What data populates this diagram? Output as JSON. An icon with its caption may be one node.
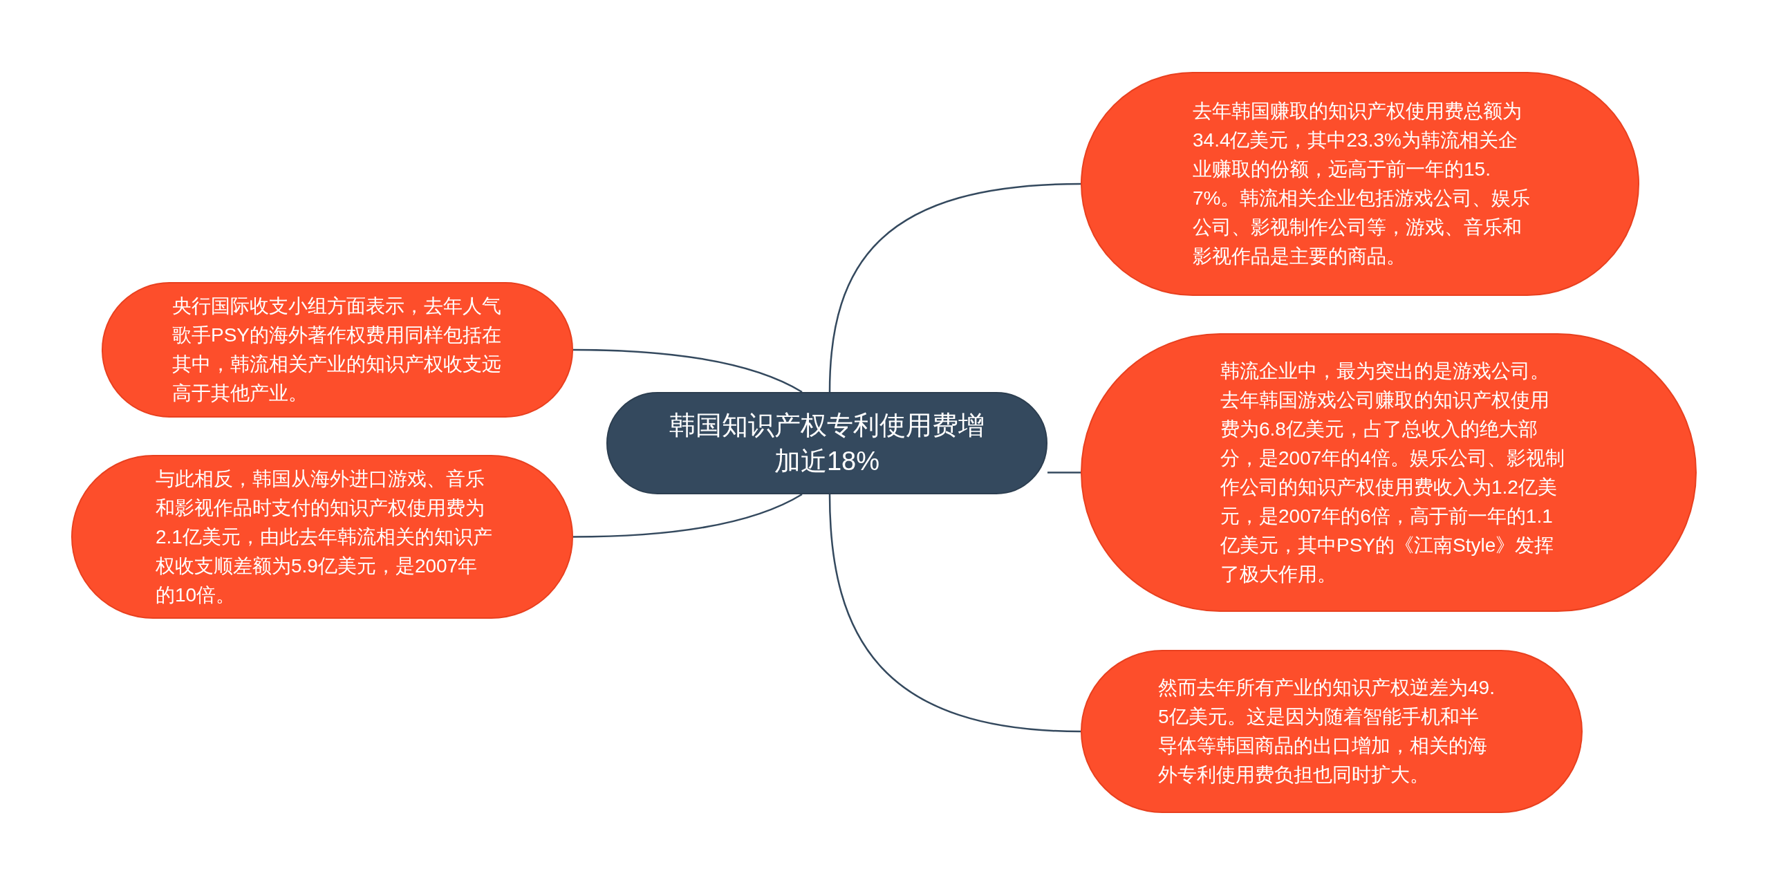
{
  "diagram": {
    "nodes": [
      {
        "text": [
          "韩国知识产权专利使用费增加近18%"
        ]
      },
      {
        "text": [
          "去年韩国赚取的知识产权使用费总额为34.4亿美元，其中23.3%为韩流相关企业赚取的份额，远高于前一年的15.7%。韩流相关企业包括游戏公司、娱乐公司、影视制作公司等，游戏、音乐和影视作品是主要的商品。"
        ]
      },
      {
        "text": [
          "韩流企业中，最为突出的是游戏公司。去年韩国游戏公司赚取的知识产权使用费为6.8亿美元，占了总收入的绝大部分，是2007年的4倍。娱乐公司、影视制作公司的知识产权使用费收入为1.2亿美元，是2007年的6倍，高于前一年的1.1亿美元，其中PSY的《江南Style》发挥了极大作用。"
        ]
      },
      {
        "text": [
          "然而去年所有产业的知识产权逆差为49.5亿美元。这是因为随着智能手机和半导体等韩国商品的出口增加，相关的海外专利使用费负担也同时扩大。"
        ]
      },
      {
        "text": [
          "央行国际收支小组方面表示，去年人气歌手PSY的海外著作权费用同样包括在其中，韩流相关产业的知识产权收支远高于其他产业。"
        ]
      },
      {
        "text": [
          "与此相反，韩国从海外进口游戏、音乐和影视作品时支付的知识产权使用费为2.1亿美元，由此去年韩流相关的知识产权收支顺差额为5.9亿美元，是2007年的10倍。"
        ]
      }
    ],
    "edges": [
      {
        "from": 0,
        "to": 1,
        "arrow": "none"
      },
      {
        "from": 0,
        "to": 2,
        "arrow": "none"
      },
      {
        "from": 0,
        "to": 3,
        "arrow": "none"
      },
      {
        "from": 0,
        "to": 4,
        "arrow": "none"
      },
      {
        "from": 0,
        "to": 5,
        "arrow": "none"
      }
    ]
  }
}
